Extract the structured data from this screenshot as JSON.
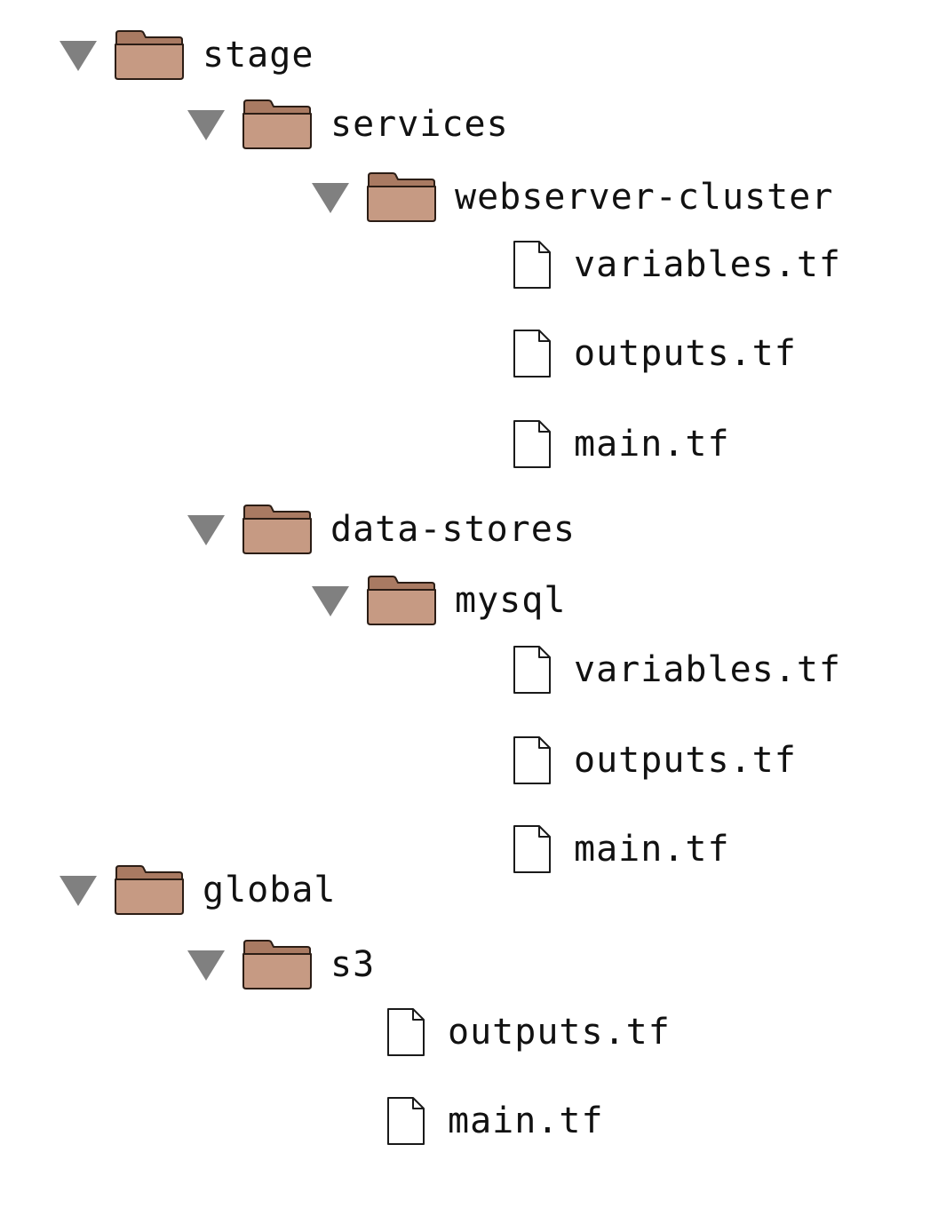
{
  "colors": {
    "folder_body": "#c69a83",
    "folder_back": "#a97a62",
    "folder_outline": "#2b1d15",
    "twisty": "#808080",
    "file_outline": "#1a1a1a",
    "file_fill": "#ffffff"
  },
  "icons": {
    "twisty": "expanded-triangle-icon",
    "folder": "folder-icon",
    "file": "file-icon"
  },
  "tree": [
    {
      "id": "stage",
      "type": "folder",
      "label": "stage",
      "depth": 0,
      "expanded": true
    },
    {
      "id": "services",
      "type": "folder",
      "label": "services",
      "depth": 1,
      "expanded": true
    },
    {
      "id": "webserver-cluster",
      "type": "folder",
      "label": "webserver-cluster",
      "depth": 2,
      "expanded": true
    },
    {
      "id": "web-variables",
      "type": "file",
      "label": "variables.tf",
      "depth": 3
    },
    {
      "id": "web-outputs",
      "type": "file",
      "label": "outputs.tf",
      "depth": 3
    },
    {
      "id": "web-main",
      "type": "file",
      "label": "main.tf",
      "depth": 3
    },
    {
      "id": "data-stores",
      "type": "folder",
      "label": "data-stores",
      "depth": 1,
      "expanded": true
    },
    {
      "id": "mysql",
      "type": "folder",
      "label": "mysql",
      "depth": 2,
      "expanded": true
    },
    {
      "id": "mysql-variables",
      "type": "file",
      "label": "variables.tf",
      "depth": 3
    },
    {
      "id": "mysql-outputs",
      "type": "file",
      "label": "outputs.tf",
      "depth": 3
    },
    {
      "id": "mysql-main",
      "type": "file",
      "label": "main.tf",
      "depth": 3
    },
    {
      "id": "global",
      "type": "folder",
      "label": "global",
      "depth": 0,
      "expanded": true
    },
    {
      "id": "s3",
      "type": "folder",
      "label": "s3",
      "depth": 1,
      "expanded": true
    },
    {
      "id": "s3-outputs",
      "type": "file",
      "label": "outputs.tf",
      "depth": 2
    },
    {
      "id": "s3-main",
      "type": "file",
      "label": "main.tf",
      "depth": 2
    }
  ]
}
